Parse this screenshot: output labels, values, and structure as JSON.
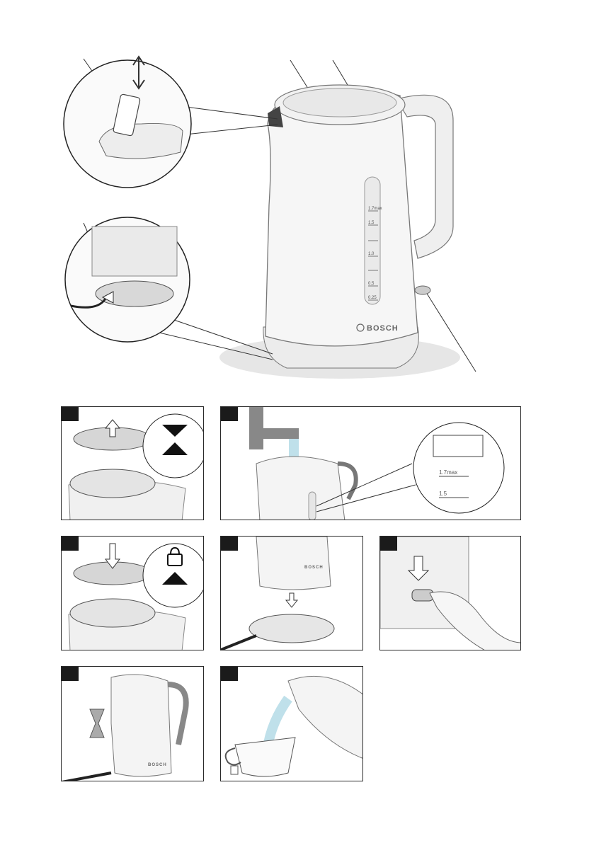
{
  "brand": "BOSCH",
  "scale_marks": [
    "1.7max",
    "1.5",
    "1.0",
    "0.5",
    "0.25"
  ],
  "zoom_marks": [
    "1.7max",
    "1.5"
  ],
  "colors": {
    "outline": "#2a2a2a",
    "kettle_body": "#f4f4f4",
    "shadow": "#cfcfcf",
    "water": "#bfe0ea",
    "panel_badge": "#1b1b1b"
  },
  "icons": {
    "up_arrow": "triangle-up",
    "down_arrow": "triangle-down",
    "lock": "padlock",
    "timer": "hourglass"
  }
}
